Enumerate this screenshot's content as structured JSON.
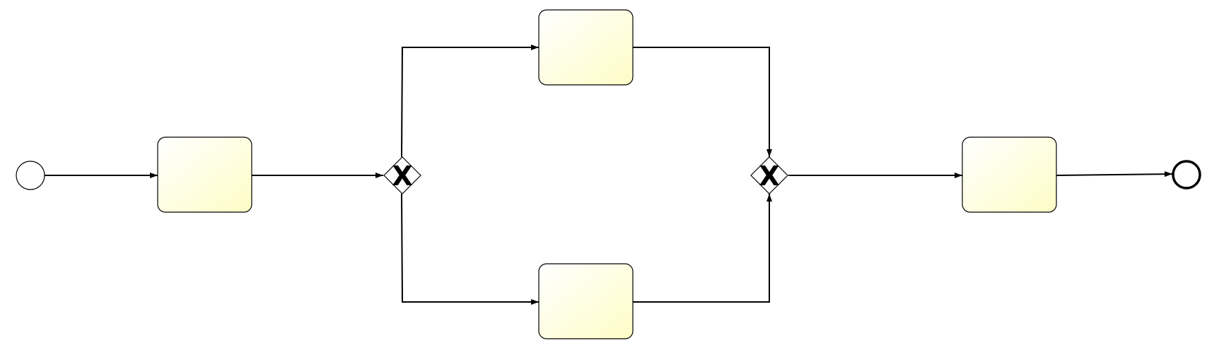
{
  "diagram": {
    "type": "bpmn-process",
    "colors": {
      "task_fill_light": "#ffffff",
      "task_fill_dark": "#fdfdc6",
      "stroke": "#000000",
      "background": "#ffffff"
    },
    "nodes": [
      {
        "id": "start",
        "kind": "start-event",
        "label": ""
      },
      {
        "id": "task1",
        "kind": "task",
        "label": ""
      },
      {
        "id": "split",
        "kind": "exclusive-gateway",
        "label": "",
        "marker": "X"
      },
      {
        "id": "task_top",
        "kind": "task",
        "label": ""
      },
      {
        "id": "task_bottom",
        "kind": "task",
        "label": ""
      },
      {
        "id": "join",
        "kind": "exclusive-gateway",
        "label": "",
        "marker": "X"
      },
      {
        "id": "task_final",
        "kind": "task",
        "label": ""
      },
      {
        "id": "end",
        "kind": "end-event",
        "label": ""
      }
    ],
    "edges": [
      {
        "from": "start",
        "to": "task1"
      },
      {
        "from": "task1",
        "to": "split"
      },
      {
        "from": "split",
        "to": "task_top"
      },
      {
        "from": "split",
        "to": "task_bottom"
      },
      {
        "from": "task_top",
        "to": "join"
      },
      {
        "from": "task_bottom",
        "to": "join"
      },
      {
        "from": "join",
        "to": "task_final"
      },
      {
        "from": "task_final",
        "to": "end"
      }
    ]
  }
}
